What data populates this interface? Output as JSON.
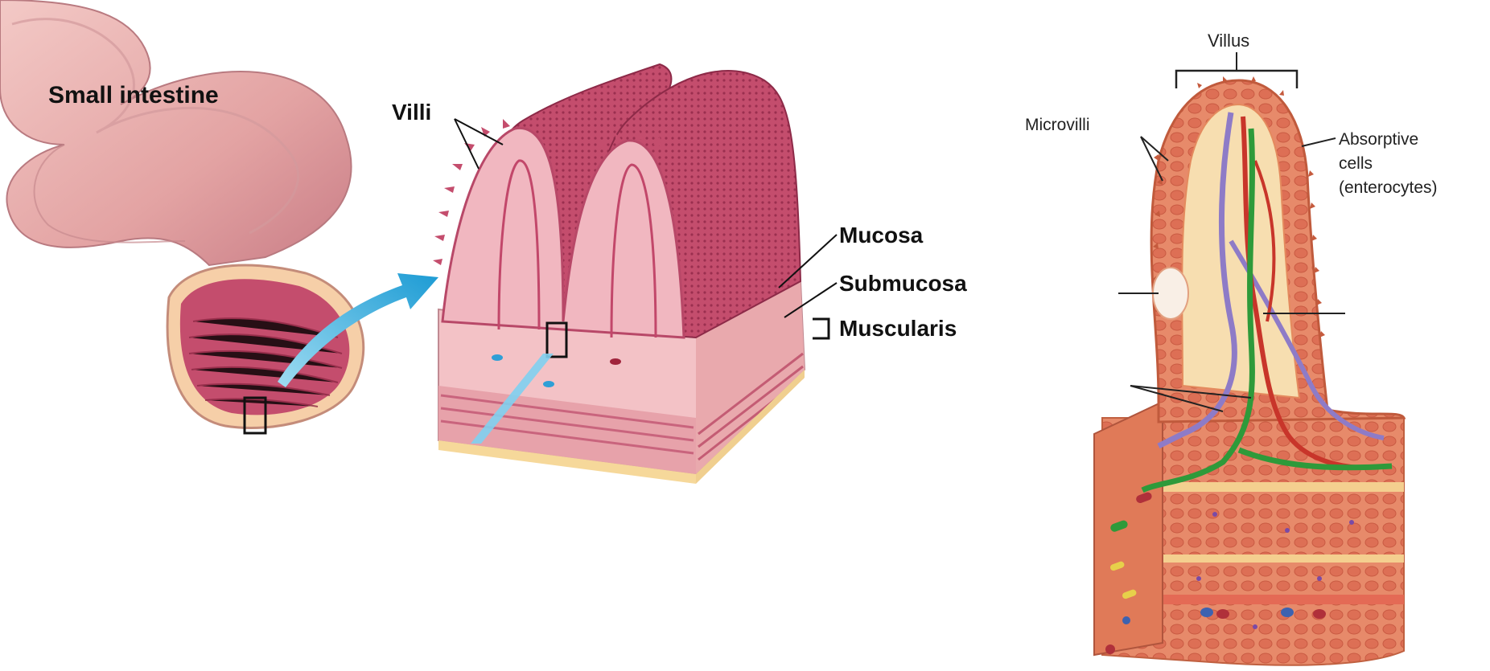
{
  "labels": {
    "small_intestine": "Small intestine",
    "villi": "Villi",
    "mucosa": "Mucosa",
    "submucosa": "Submucosa",
    "muscularis": "Muscularis",
    "villus": "Villus",
    "microvilli": "Microvilli",
    "absorptive_line1": "Absorptive",
    "absorptive_line2": "cells",
    "absorptive_line3": "(enterocytes)"
  },
  "colors": {
    "intestine_outer": "#e8a8a8",
    "intestine_inner": "#c85a6e",
    "mucosa": "#d4607a",
    "tissue_light": "#f2c4c8",
    "arrow": "#2aa6d8",
    "villus_tissue": "#e98562",
    "villus_core": "#f6d9a8",
    "vein": "#8e7bc7",
    "artery": "#c8352a",
    "lacteal": "#2e9a3a"
  }
}
